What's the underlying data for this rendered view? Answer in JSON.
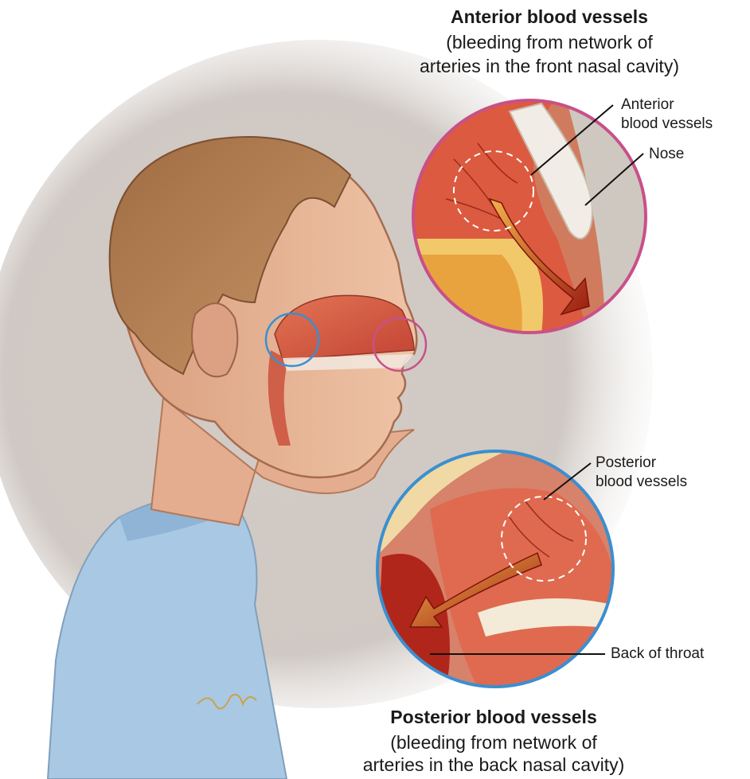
{
  "anterior": {
    "title": "Anterior blood vessels",
    "subtitle_line1": "(bleeding from network of",
    "subtitle_line2": "arteries in the front nasal cavity)",
    "callout_vessels_line1": "Anterior",
    "callout_vessels_line2": "blood vessels",
    "callout_nose": "Nose",
    "ring_color": "#c8508a"
  },
  "posterior": {
    "title": "Posterior blood vessels",
    "subtitle_line1": "(bleeding from network of",
    "subtitle_line2": "arteries in the back nasal cavity)",
    "callout_vessels_line1": "Posterior",
    "callout_vessels_line2": "blood vessels",
    "callout_throat": "Back of throat",
    "ring_color": "#3a8fd0"
  },
  "colors": {
    "tissue": "#d9553e",
    "skin": "#e9b79b",
    "hair": "#b07a4e",
    "shirt": "#a9c8e3",
    "background_wash": "#c9c2bd"
  }
}
